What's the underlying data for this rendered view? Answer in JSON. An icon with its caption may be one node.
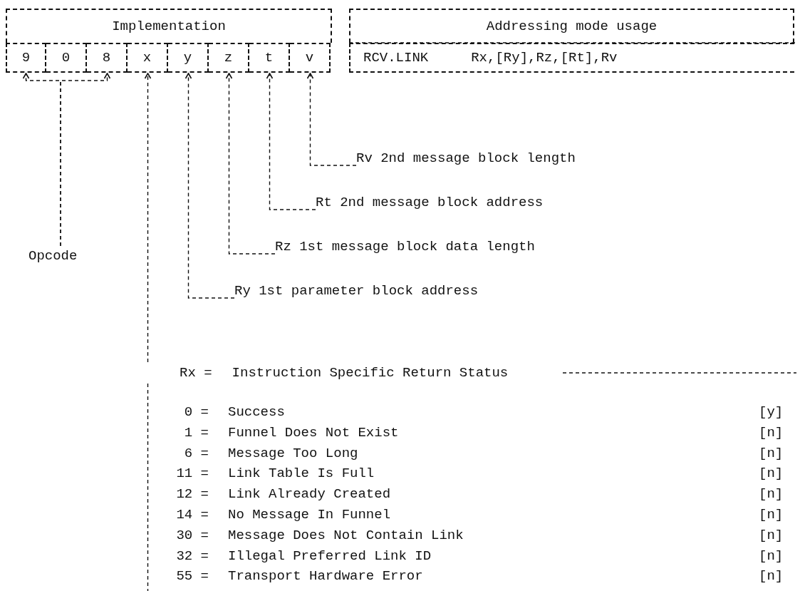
{
  "diagram": {
    "nodes": [
      {
        "text": [
          "Implementation"
        ]
      },
      {
        "text": [
          "Addressing mode usage"
        ]
      },
      {
        "text": [
          "9"
        ]
      },
      {
        "text": [
          "0"
        ]
      },
      {
        "text": [
          "8"
        ]
      },
      {
        "text": [
          "x"
        ]
      },
      {
        "text": [
          "y"
        ]
      },
      {
        "text": [
          "z"
        ]
      },
      {
        "text": [
          "t"
        ]
      },
      {
        "text": [
          "v"
        ]
      },
      {
        "text": [
          "RCV.LINK",
          "Rx,[Ry],Rz,[Rt],Rv"
        ]
      },
      {
        "text": [
          "Opcode"
        ]
      },
      {
        "text": [
          "Rv 2nd message block length"
        ]
      },
      {
        "text": [
          "Rt 2nd message block address"
        ]
      },
      {
        "text": [
          "Rz 1st message block data length"
        ]
      },
      {
        "text": [
          "Ry 1st parameter block address"
        ]
      },
      {
        "text": [
          "Rx =",
          "Instruction Specific Return Status"
        ]
      }
    ],
    "edges": [
      {
        "from": 11,
        "to": 2,
        "arrow": "to"
      },
      {
        "from": 11,
        "to": 4,
        "arrow": "to"
      },
      {
        "from": 12,
        "to": 9,
        "arrow": "to"
      },
      {
        "from": 13,
        "to": 8,
        "arrow": "to"
      },
      {
        "from": 14,
        "to": 7,
        "arrow": "to"
      },
      {
        "from": 15,
        "to": 6,
        "arrow": "to"
      },
      {
        "from": 16,
        "to": 5,
        "arrow": "to"
      }
    ],
    "labels": [
      "0 =",
      "Success",
      "[y]",
      "1 =",
      "Funnel Does Not Exist",
      "[n]",
      "6 =",
      "Message Too Long",
      "[n]",
      "11 =",
      "Link Table Is Full",
      "[n]",
      "12 =",
      "Link Already Created",
      "[n]",
      "14 =",
      "No Message In Funnel",
      "[n]",
      "30 =",
      "Message Does Not Contain Link",
      "[n]",
      "32 =",
      "Illegal Preferred Link ID",
      "[n]",
      "55 =",
      "Transport Hardware Error",
      "[n]"
    ]
  }
}
